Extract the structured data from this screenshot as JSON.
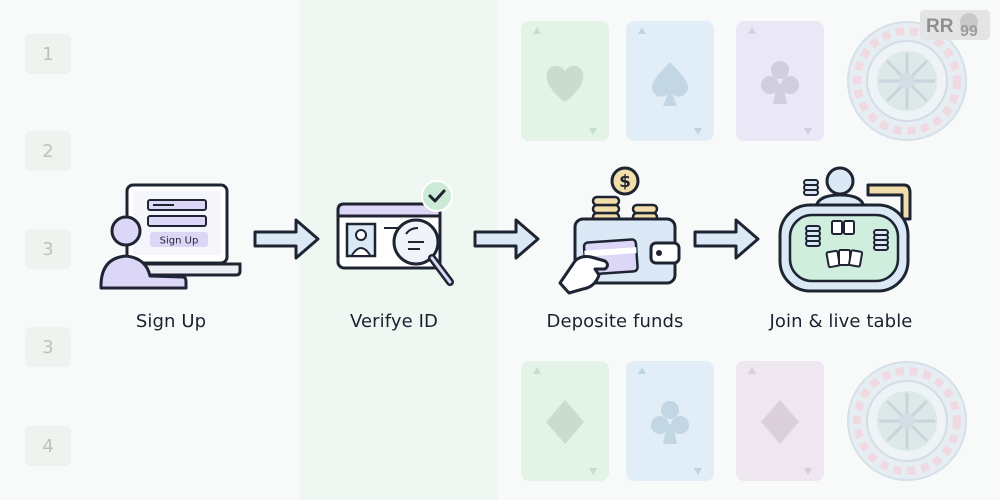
{
  "side_numbers": [
    "1",
    "2",
    "3",
    "3",
    "4"
  ],
  "steps": [
    {
      "label": "Sign Up",
      "button_text": "Sign Up"
    },
    {
      "label": "Verifye ID"
    },
    {
      "label": "Deposite funds",
      "coin_symbol": "$"
    },
    {
      "label": "Join & live table"
    }
  ],
  "logo": {
    "text_main": "RR",
    "text_sub": "99"
  },
  "colors": {
    "outline": "#1f2433",
    "lavender": "#dcd6f7",
    "mint": "#ccebd6",
    "sky": "#dbe9f7",
    "gold": "#f1deaa",
    "green_felt": "#cfeedd"
  },
  "icons": {
    "card_suits": [
      "heart",
      "spade",
      "club",
      "diamond",
      "club",
      "diamond"
    ],
    "arrows": [
      "arrow-right",
      "arrow-right",
      "arrow-right"
    ]
  }
}
